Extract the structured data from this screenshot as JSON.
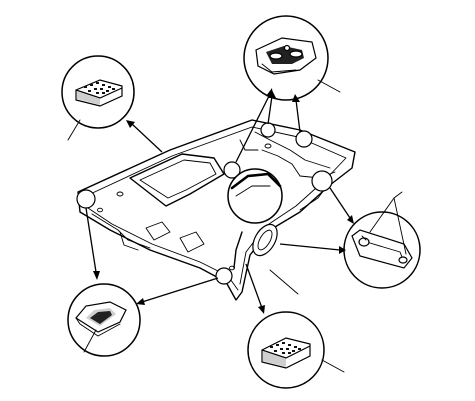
{
  "diagram": {
    "kind": "headliner-clip-locations",
    "detail_views": [
      {
        "id": "top-right",
        "part": "clip-housing"
      },
      {
        "id": "top-left",
        "part": "foam-block"
      },
      {
        "id": "right",
        "part": "clip-bracket"
      },
      {
        "id": "bottom-left",
        "part": "clip-retainer"
      },
      {
        "id": "bottom-right",
        "part": "foam-block"
      }
    ]
  }
}
